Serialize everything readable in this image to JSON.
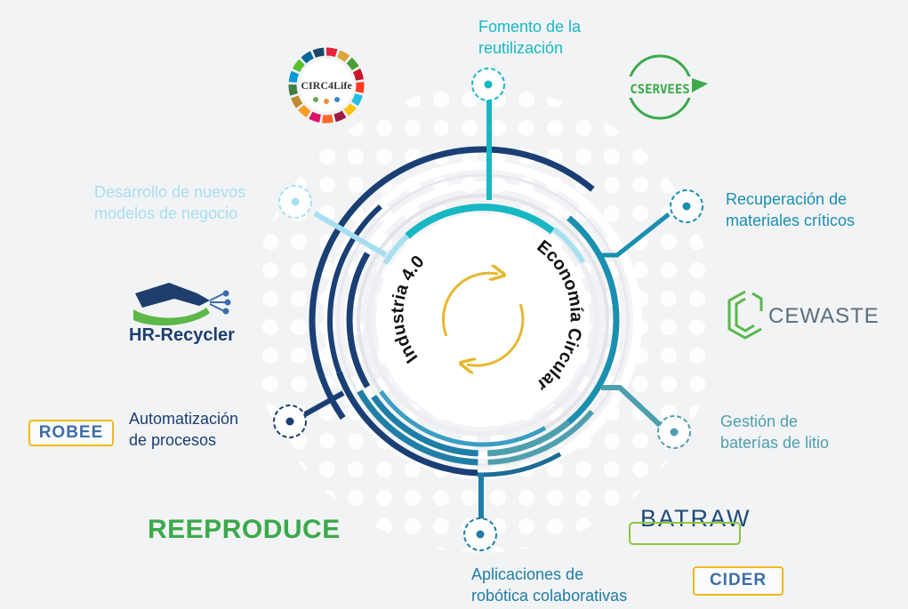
{
  "center": {
    "left_text": "Industria 4.0",
    "right_text": "Economía Circular"
  },
  "topics": [
    {
      "id": "reutilizacion",
      "lines": [
        "Fomento de la",
        "reutilización"
      ],
      "color": "#17b8c4"
    },
    {
      "id": "materiales",
      "lines": [
        "Recuperación de",
        "materiales críticos"
      ],
      "color": "#1a8fb0"
    },
    {
      "id": "baterias",
      "lines": [
        "Gestión de",
        "baterías de litio"
      ],
      "color": "#4e9fae"
    },
    {
      "id": "robotica",
      "lines": [
        "Aplicaciones de",
        "robótica colaborativas"
      ],
      "color": "#1e7ea6"
    },
    {
      "id": "automatizacion",
      "lines": [
        "Automatización",
        "de procesos"
      ],
      "color": "#1a3f75"
    },
    {
      "id": "modelos",
      "lines": [
        "Desarrollo de nuevos",
        "modelos de negocio"
      ],
      "color": "#a8dff0"
    }
  ],
  "logos": {
    "circ4life": "CIRC4Life",
    "cservees": "CSERVEES",
    "cewaste": "CEWASTE",
    "hr_recycler": "HR-Recycler",
    "reeproduce": "REEPRODUCE",
    "batraw": "BATRAW"
  },
  "badges": {
    "robee": "ROBEE",
    "cider": "CIDER"
  },
  "colors": {
    "dark_navy": "#1a3f75",
    "teal": "#17b8c4",
    "mid_blue": "#1a8fb0",
    "light_cyan": "#a8dff0",
    "gold": "#e6b830",
    "green": "#3aaa4a"
  }
}
